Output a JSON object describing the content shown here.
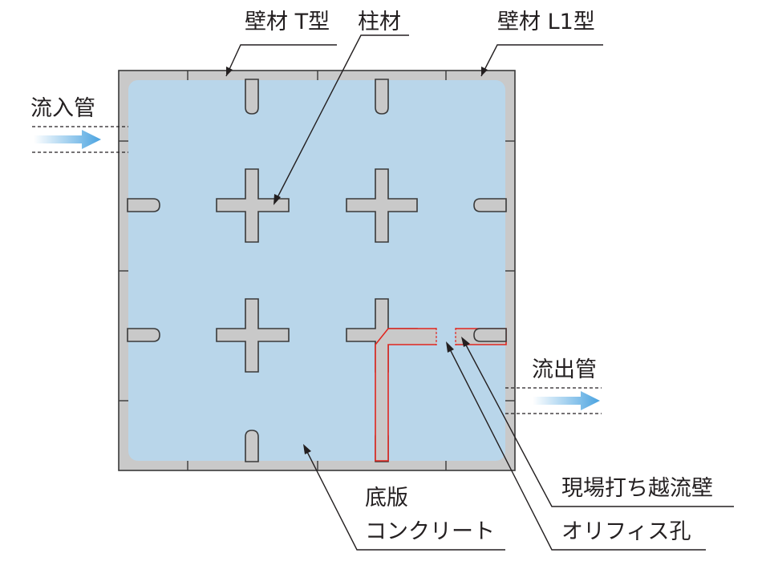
{
  "labels": {
    "wall_t": "壁材 T型",
    "column": "柱材",
    "wall_l1": "壁材 L1型",
    "inflow": "流入管",
    "outflow": "流出管",
    "overflow_wall": "現場打ち越流壁",
    "orifice": "オリフィス孔",
    "base_line1": "底版",
    "base_line2": "コンクリート"
  },
  "colors": {
    "water": "#b9d6ea",
    "wall": "#c9c9c9",
    "outline": "#3a3a3a",
    "overflow": "#e0261f",
    "arrow_start": "#ffffff",
    "arrow_end": "#4aa3e0"
  }
}
